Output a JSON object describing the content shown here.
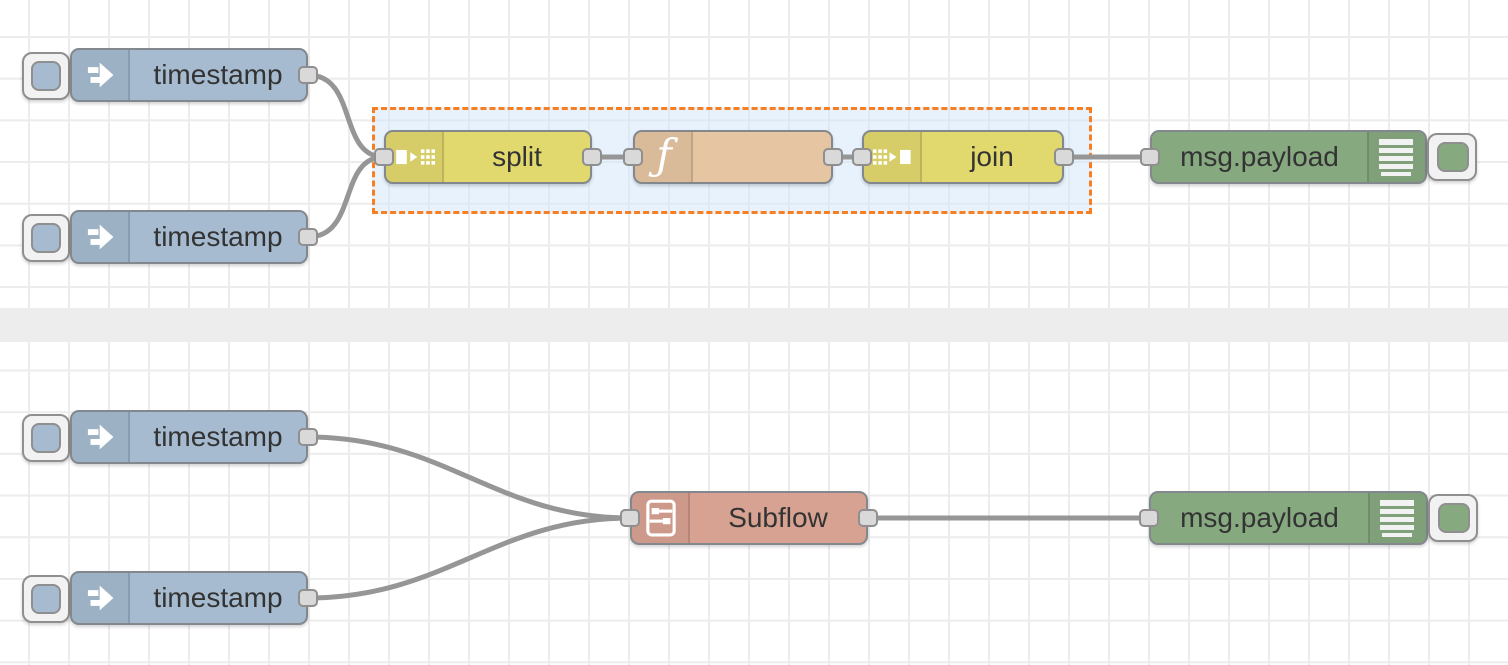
{
  "editor": {
    "name": "node-red-flow-canvas"
  },
  "nodes": {
    "inject1": {
      "label": "timestamp",
      "type": "inject"
    },
    "inject2": {
      "label": "timestamp",
      "type": "inject"
    },
    "inject3": {
      "label": "timestamp",
      "type": "inject"
    },
    "inject4": {
      "label": "timestamp",
      "type": "inject"
    },
    "split": {
      "label": "split",
      "type": "split"
    },
    "function": {
      "label": "",
      "icon_glyph": "ƒ",
      "type": "function"
    },
    "join": {
      "label": "join",
      "type": "join"
    },
    "debug1": {
      "label": "msg.payload",
      "type": "debug"
    },
    "debug2": {
      "label": "msg.payload",
      "type": "debug"
    },
    "subflow": {
      "label": "Subflow",
      "type": "subflow"
    }
  },
  "icons": {
    "inject": "inject-arrow-icon",
    "split": "split-icon",
    "join": "join-icon",
    "function": "function-f-icon",
    "debug": "debug-list-icon",
    "subflow": "subflow-icon"
  },
  "colors": {
    "inject_fill": "#a6bbcf",
    "split_join_fill": "#e2d96e",
    "function_fill": "#e6c6a2",
    "debug_fill": "#87a980",
    "subflow_fill": "#d8a292",
    "node_border": "#82888e",
    "wire": "#969696",
    "port_fill": "#d9d9d9",
    "selection_border": "#f77e21",
    "selection_fill": "#e9f2fc",
    "grid_line": "#ececec",
    "divider_fill": "#ededed",
    "label_text": "#333333"
  }
}
